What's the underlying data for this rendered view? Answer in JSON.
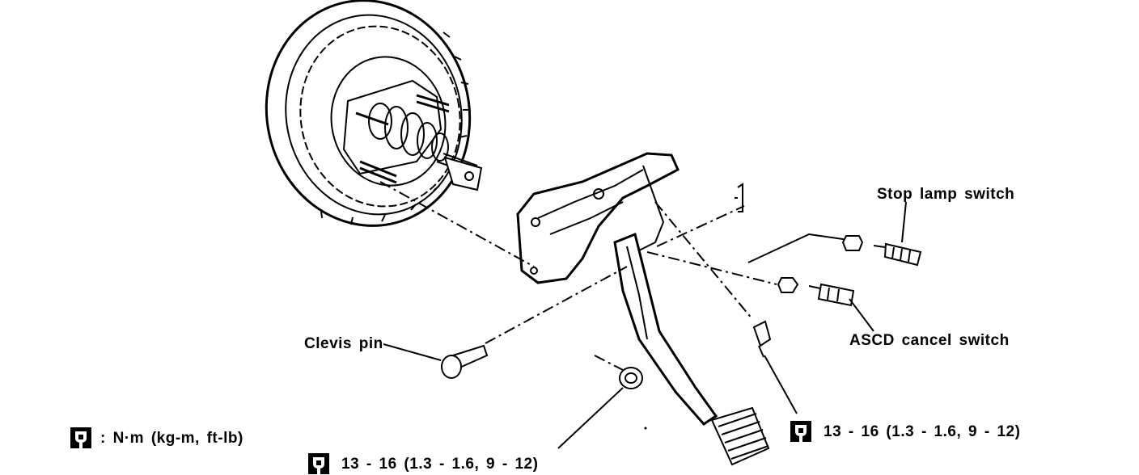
{
  "labels": {
    "stop_lamp_switch": "Stop lamp switch",
    "ascd_cancel_switch": "ASCD cancel switch",
    "clevis_pin": "Clevis pin"
  },
  "legend": {
    "icon": "torque-wrench-icon",
    "text": ": N·m (kg-m, ft-lb)"
  },
  "torques": {
    "lower_left": "13 - 16 (1.3 - 1.6, 9 - 12)",
    "lower_right": "13 - 16 (1.3 - 1.6, 9 - 12)"
  }
}
